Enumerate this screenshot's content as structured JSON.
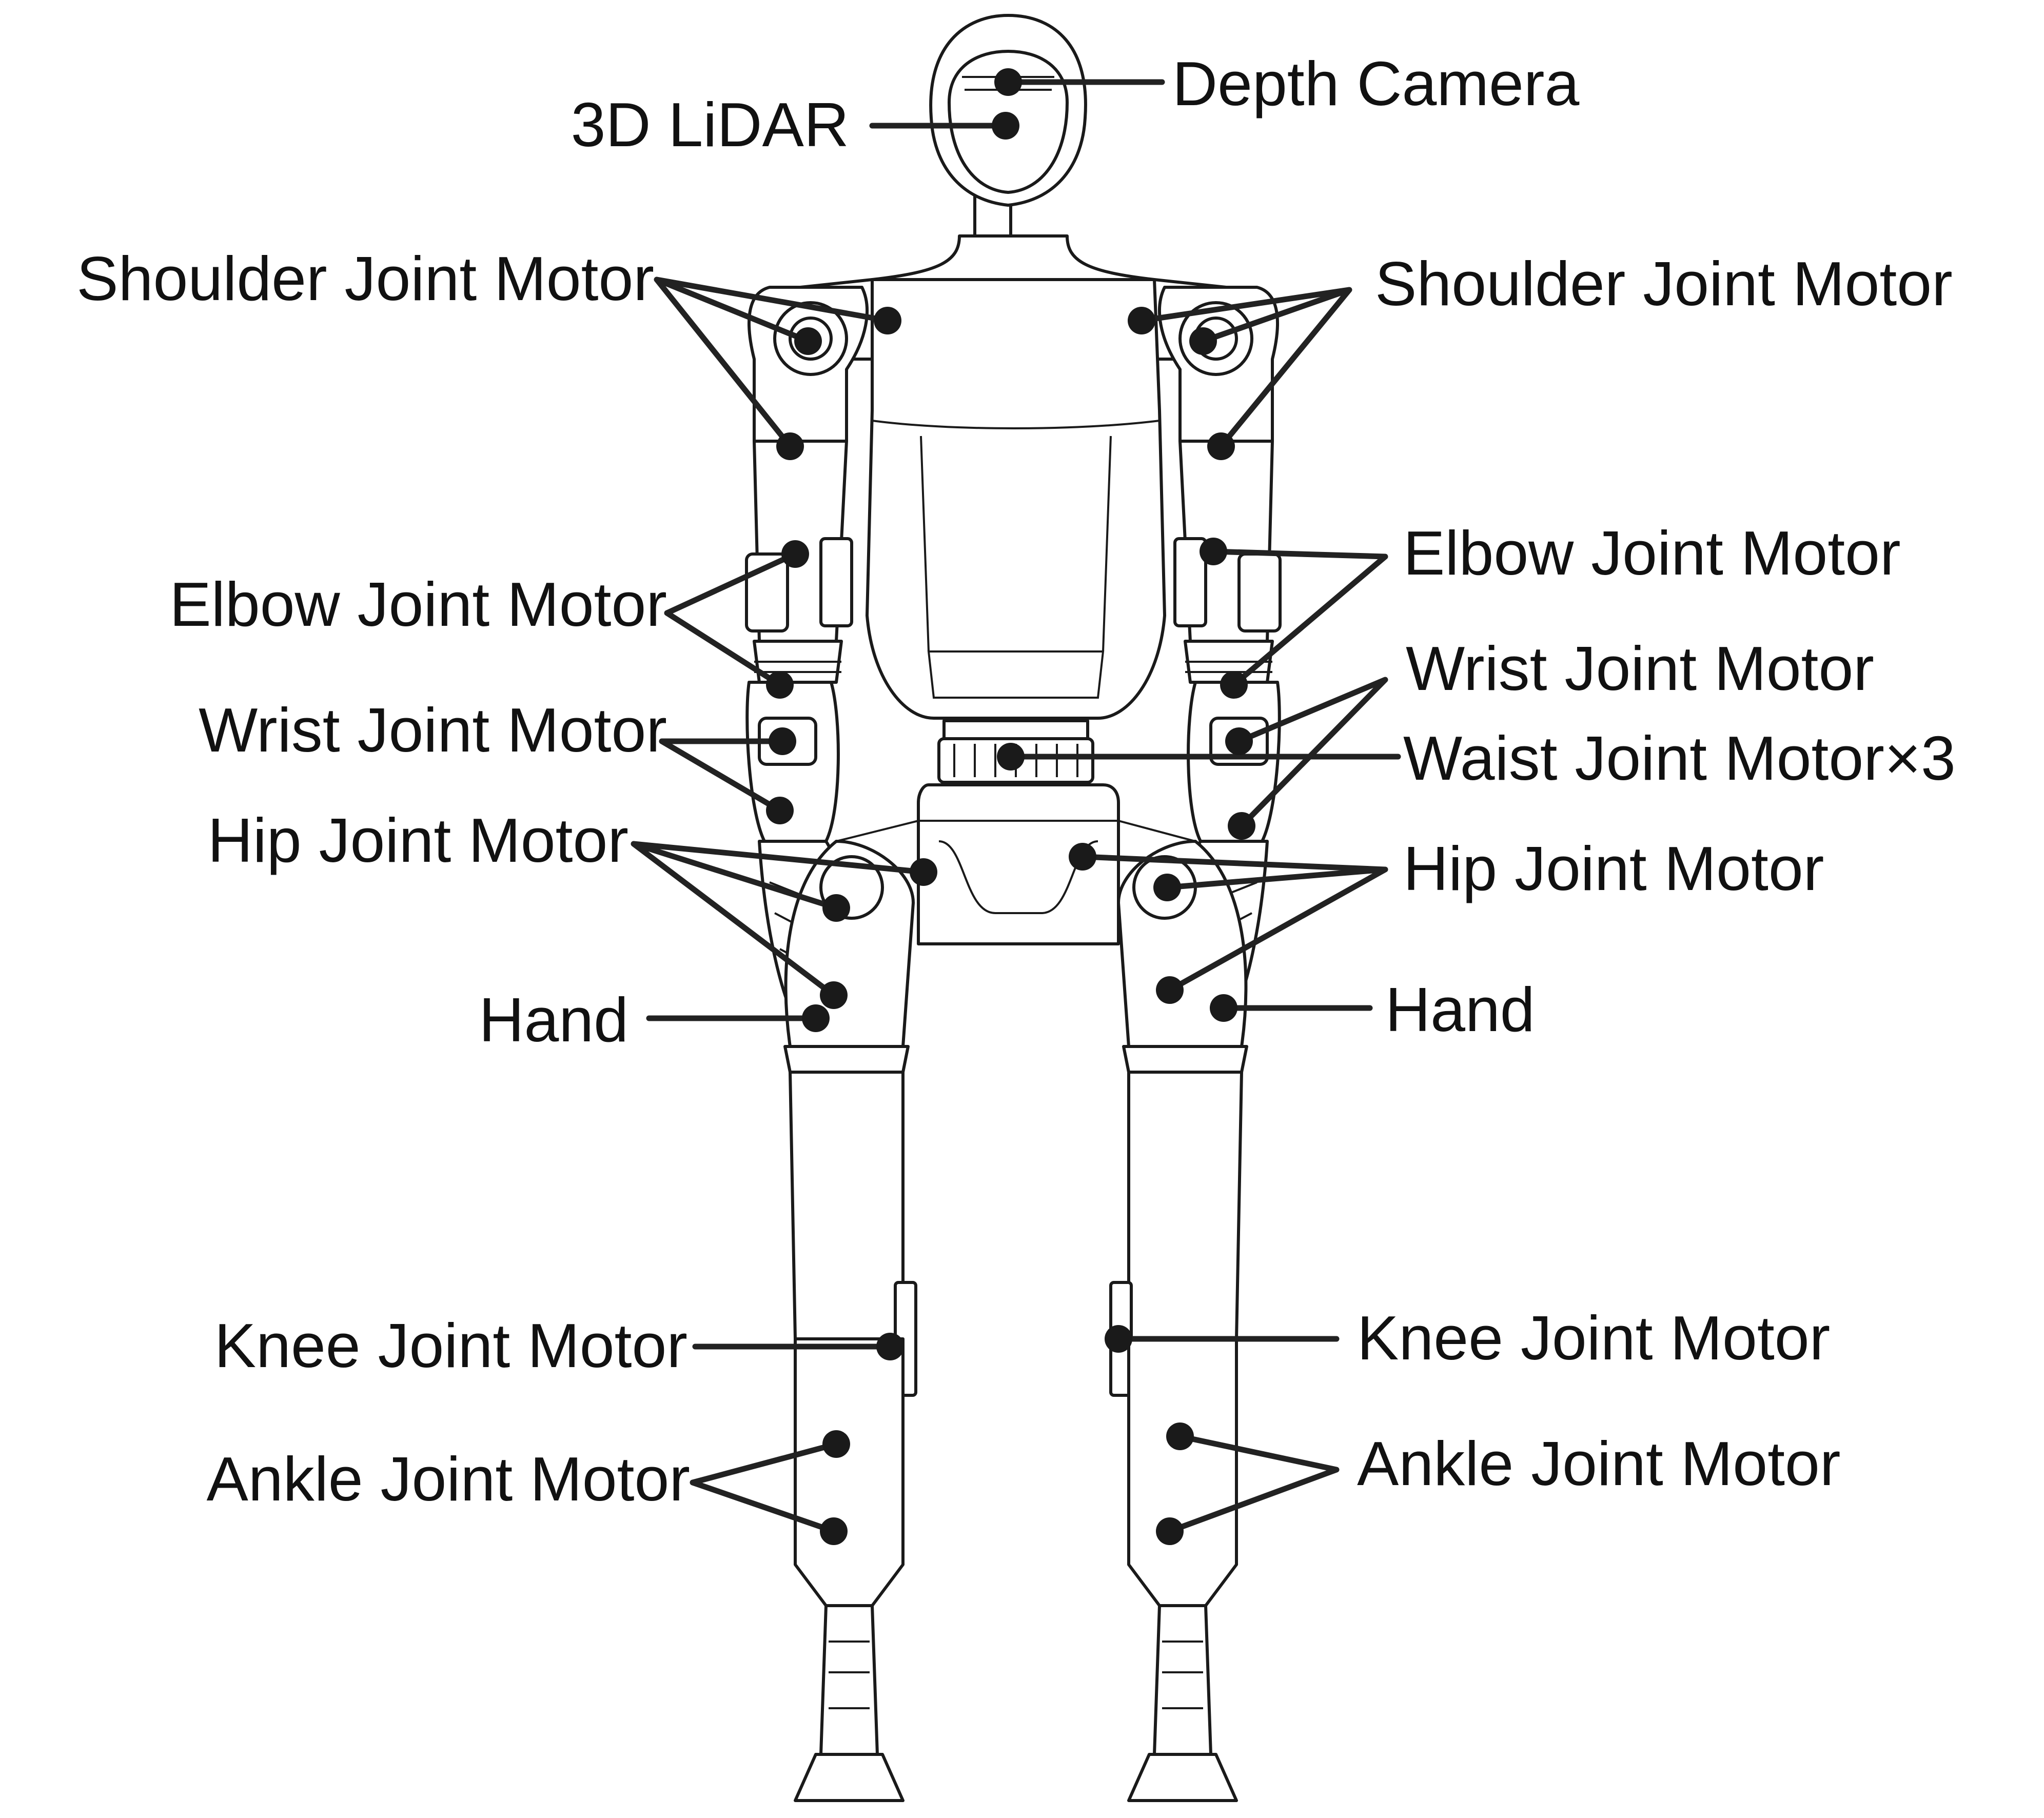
{
  "labels": {
    "depth_camera": "Depth Camera",
    "lidar": "3D LiDAR",
    "shoulder_left": "Shoulder Joint Motor",
    "shoulder_right": "Shoulder Joint Motor",
    "elbow_left": "Elbow Joint Motor",
    "elbow_right": "Elbow Joint Motor",
    "wrist_left": "Wrist Joint Motor",
    "wrist_right": "Wrist Joint Motor",
    "waist": "Waist Joint Motor×3",
    "hip_left": "Hip Joint Motor",
    "hip_right": "Hip Joint Motor",
    "hand_left": "Hand",
    "hand_right": "Hand",
    "knee_left": "Knee Joint Motor",
    "knee_right": "Knee Joint Motor",
    "ankle_left": "Ankle Joint Motor",
    "ankle_right": "Ankle Joint Motor"
  },
  "colors": {
    "ink": "#1a1a1a",
    "background": "#ffffff"
  }
}
